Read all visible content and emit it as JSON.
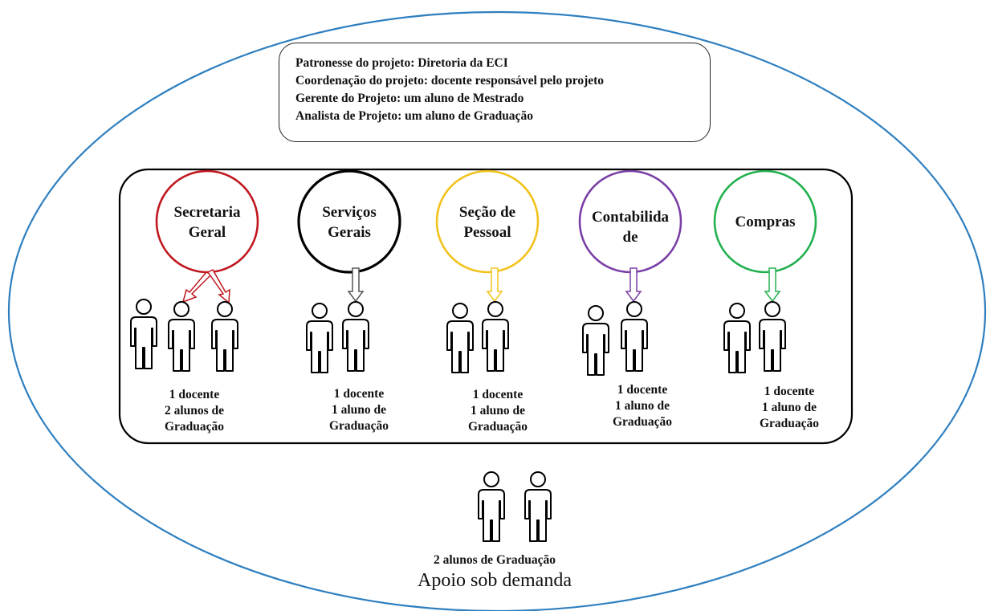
{
  "info": {
    "lines": [
      "Patronesse do projeto:  Diretoria da ECI",
      "Coordenação  do projeto:  docente responsável pelo projeto",
      "Gerente do Projeto:  um aluno de Mestrado",
      "Analista de Projeto:  um aluno de Graduação"
    ]
  },
  "departments": [
    {
      "line1": "Secretaria",
      "line2": "Geral",
      "color": "#c0171f",
      "count1": "1 docente",
      "count2": "2 alunos de",
      "count3": "Graduação"
    },
    {
      "line1": "Serviços",
      "line2": "Gerais",
      "color": "#000000",
      "count1": "1 docente",
      "count2": "1 aluno de",
      "count3": "Graduação"
    },
    {
      "line1": "Seção de",
      "line2": "Pessoal",
      "color": "#f2c21b",
      "count1": "1 docente",
      "count2": "1 aluno de",
      "count3": "Graduação"
    },
    {
      "line1": "Contabilida",
      "line2": "de",
      "color": "#7a3fa6",
      "count1": "1 docente",
      "count2": "1 aluno de",
      "count3": "Graduação"
    },
    {
      "line1": "Compras",
      "line2": "",
      "color": "#22b04e",
      "count1": "1 docente",
      "count2": "1 aluno de",
      "count3": "Graduação"
    }
  ],
  "support": {
    "caption": "2 alunos de Graduação",
    "title": "Apoio sob demanda"
  },
  "colors": {
    "outer_ellipse": "#2e7fc0",
    "box_border": "#000000",
    "person_stroke": "#000000"
  }
}
